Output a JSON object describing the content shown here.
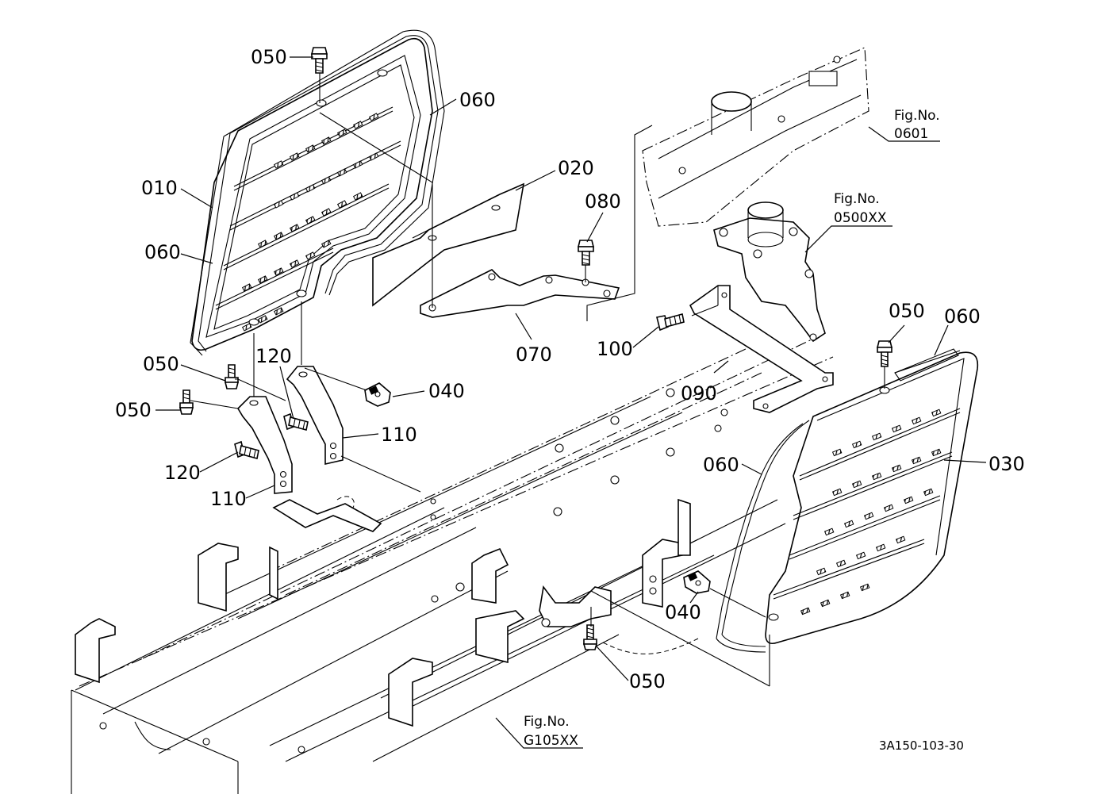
{
  "labels": {
    "p050_top": "050",
    "p060_top": "060",
    "p010": "010",
    "p060_left": "060",
    "p020": "020",
    "p080": "080",
    "p070": "070",
    "p100": "100",
    "p050_right": "050",
    "p060_right_top": "060",
    "p090": "090",
    "p030": "030",
    "p060_right_side": "060",
    "p040_right": "040",
    "p050_bottom": "050",
    "p050_mid_left": "050",
    "p050_far_left": "050",
    "p120_upper": "120",
    "p040_left": "040",
    "p110_upper": "110",
    "p120_lower": "120",
    "p110_lower": "110"
  },
  "figure_refs": [
    {
      "caption": "Fig.No.",
      "number": "0601"
    },
    {
      "caption": "Fig.No.",
      "number": "0500XX"
    },
    {
      "caption": "Fig.No.",
      "number": "G105XX"
    }
  ],
  "drawing_code": "3A150-103-30"
}
